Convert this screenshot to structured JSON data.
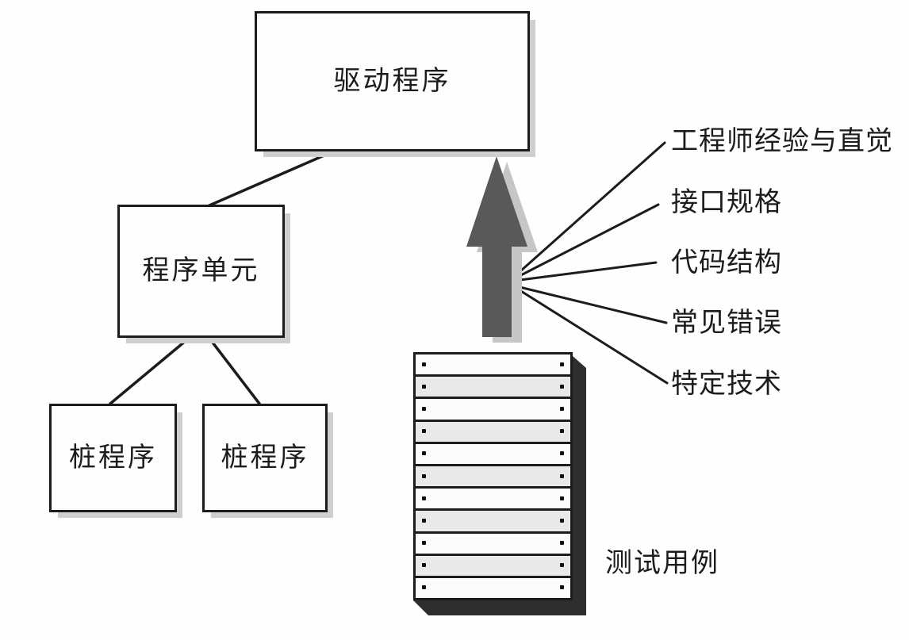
{
  "figure": {
    "title_implicit": "",
    "colors": {
      "ink": "#1c1c1c",
      "paper": "#fefefe",
      "box_fill": "#fdfdfd",
      "box_shadow": "#cfcfcf",
      "arrow_fill": "#595959",
      "arrow_shadow": "#c6c6c6",
      "stack_shadow": "#2e2e2e",
      "slat_a": "#fcfcfc",
      "slat_b": "#e9e9e9"
    }
  },
  "boxes": {
    "driver": {
      "label": "驱动程序"
    },
    "unit": {
      "label": "程序单元"
    },
    "stub_left": {
      "label": "桩程序"
    },
    "stub_right": {
      "label": "桩程序"
    }
  },
  "sources": {
    "items": [
      {
        "label": "工程师经验与直觉"
      },
      {
        "label": "接口规格"
      },
      {
        "label": "代码结构"
      },
      {
        "label": "常见错误"
      },
      {
        "label": "特定技术"
      }
    ]
  },
  "stack": {
    "label": "测试用例",
    "slat_count": 11
  }
}
